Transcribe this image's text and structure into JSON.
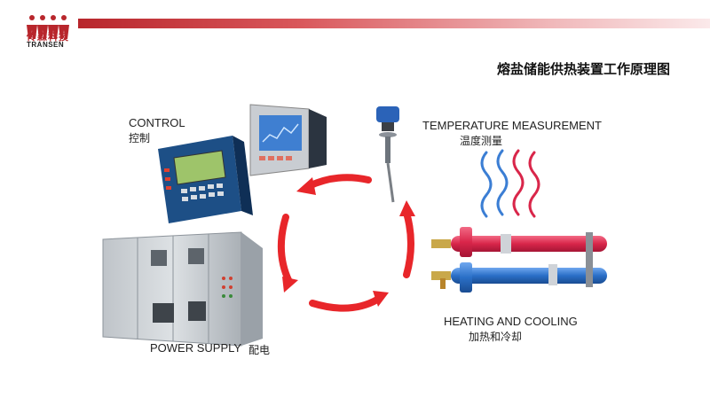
{
  "brand": {
    "name_cn": "传森科技",
    "name_en": "TRANSEN"
  },
  "title": "熔盐储能供热装置工作原理图",
  "nodes": {
    "control": {
      "label_en": "CONTROL",
      "label_cn": "控制"
    },
    "temperature": {
      "label_en": "TEMPERATURE MEASUREMENT",
      "label_cn": "温度测量"
    },
    "heating": {
      "label_en": "HEATING AND COOLING",
      "label_cn": "加热和冷却"
    },
    "power": {
      "label_en": "POWER SUPPLY",
      "label_cn": "配电"
    }
  },
  "colors": {
    "accent": "#b8262c",
    "arrow": "#e8262a",
    "heat_red": "#d9264a",
    "cool_blue": "#2a6fc7"
  },
  "icons": [
    "brand-logo-icon",
    "control-panel-icon",
    "touch-display-icon",
    "temperature-sensor-icon",
    "heat-wave-icon",
    "heat-exchanger-icon",
    "power-cabinet-icon",
    "cycle-arrow-icon"
  ]
}
